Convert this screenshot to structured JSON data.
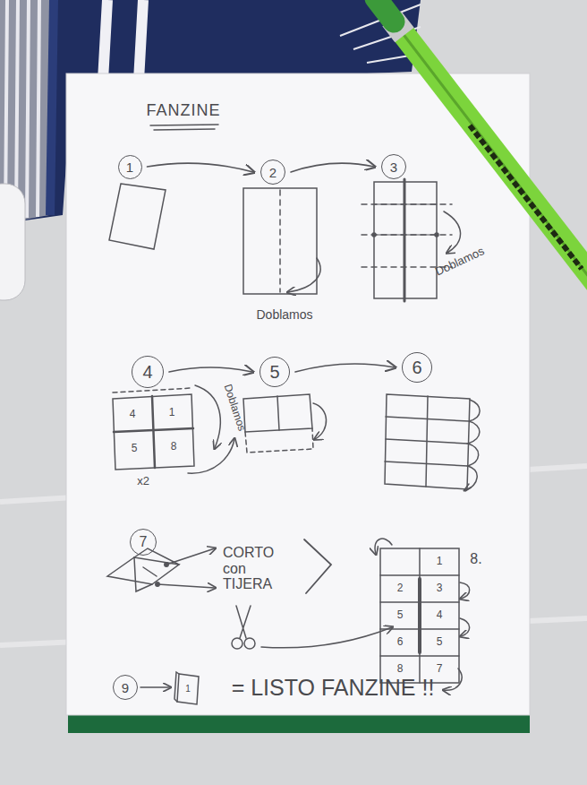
{
  "diagram": {
    "title": "FANZINE",
    "nodes": [
      {
        "text": [
          "1"
        ]
      },
      {
        "text": [
          "2"
        ]
      },
      {
        "text": [
          "3"
        ]
      },
      {
        "text": [
          "4"
        ]
      },
      {
        "text": [
          "5"
        ]
      },
      {
        "text": [
          "6"
        ]
      },
      {
        "text": [
          "7"
        ]
      },
      {
        "text": [
          "9"
        ]
      }
    ],
    "edges": [
      {
        "from": 0,
        "to": 1,
        "arrow": "to"
      },
      {
        "from": 1,
        "to": 2,
        "arrow": "to"
      },
      {
        "from": 3,
        "to": 4,
        "arrow": "to"
      },
      {
        "from": 4,
        "to": 5,
        "arrow": "to"
      }
    ],
    "labels": [
      "Doblamos",
      "Doblamos",
      "4",
      "1",
      "5",
      "8",
      "x2",
      "Doblamos",
      "CORTO con TIJERA",
      "8.",
      "1",
      "2",
      "3",
      "5",
      "4",
      "6",
      "5",
      "8",
      "7",
      "1",
      "= LISTO FANZINE !!"
    ]
  }
}
